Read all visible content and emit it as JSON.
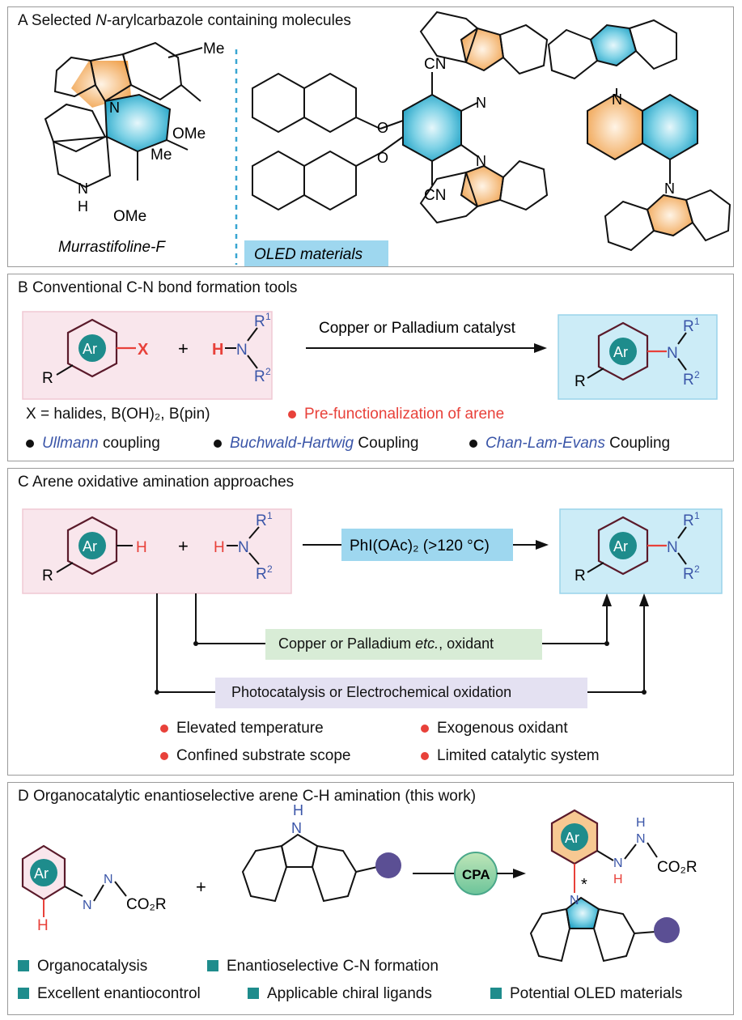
{
  "panelA": {
    "title_prefix": "A Selected ",
    "title_italic": "N",
    "title_suffix": "-arylcarbazole containing molecules",
    "murrastifoline_label": "Murrastifoline-F",
    "oled_label": "OLED materials",
    "atoms": {
      "me": "Me",
      "ome": "OMe",
      "n": "N",
      "h": "H",
      "cn": "CN",
      "o": "O"
    }
  },
  "panelB": {
    "title": "B Conventional C-N bond formation tools",
    "reagent": {
      "ar": "Ar",
      "x": "X",
      "r": "R",
      "plus": "+",
      "h": "H",
      "n": "N",
      "r1": "R",
      "r2": "R",
      "s1": "1",
      "s2": "2"
    },
    "arrow_label": "Copper or Palladium catalyst",
    "x_def": "X = halides, B(OH)₂, B(pin)",
    "note_red": "Pre-functionalization of arene",
    "methods": [
      {
        "name": "Ullmann",
        "suffix": " coupling"
      },
      {
        "name": "Buchwald-Hartwig",
        "suffix": " Coupling"
      },
      {
        "name": "Chan-Lam-Evans",
        "suffix": " Coupling"
      }
    ]
  },
  "panelC": {
    "title": "C Arene oxidative amination approaches",
    "top_reagent_label": "PhI(OAc)₂ (>120 °C)",
    "middle_label_pre": "Copper or Palladium ",
    "middle_label_it": "etc.",
    "middle_label_post": ", oxidant",
    "bottom_label": "Photocatalysis or Electrochemical oxidation",
    "drawbacks": [
      "Elevated temperature",
      "Exogenous oxidant",
      "Confined substrate scope",
      "Limited catalytic system"
    ]
  },
  "panelD": {
    "title": "D Organocatalytic enantioselective arene C-H amination (this work)",
    "catalyst": "CPA",
    "co2r": "CO₂R",
    "star": "*",
    "features": [
      "Organocatalysis",
      "Enantioselective C-N formation",
      "Excellent enantiocontrol",
      "Applicable chiral ligands",
      "Potential OLED materials"
    ]
  },
  "colors": {
    "red": "#e8413a",
    "blue_text": "#3a55a8",
    "teal": "#1e8c8c",
    "pink_box": "#f9e6ec",
    "blue_box": "#ccecf7",
    "green_box": "#d8ecd6",
    "purple_box": "#e4e1f2",
    "orange": "#f2a65a",
    "cyan": "#37b4d4",
    "dark_ring": "#5a1a2a"
  }
}
